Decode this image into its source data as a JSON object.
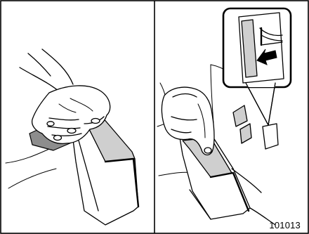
{
  "figure": {
    "code": "101013",
    "line_color": "#000000",
    "background": "#ffffff",
    "accent_gray": "#cfcfcf"
  },
  "panels": [
    {
      "content": "hand-grasping-seat-belt-buckle-cover",
      "icon": "hand-illustration"
    },
    {
      "content": "finger-pressing-buckle-release-with-magnified-callout",
      "icon": "arrow-pointing-release-tab"
    }
  ]
}
